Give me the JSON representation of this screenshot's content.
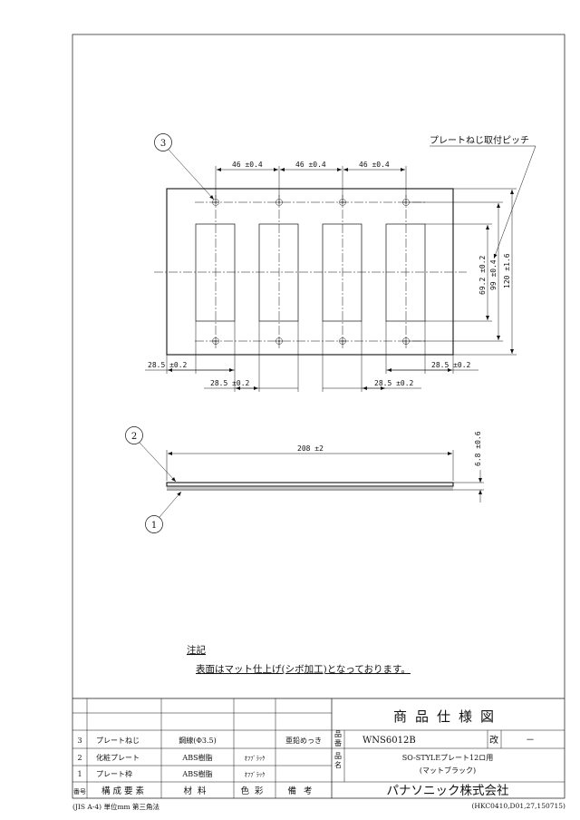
{
  "drawing": {
    "callouts": [
      "3",
      "2",
      "1"
    ],
    "screw_pitch_label": "プレートねじ取付ピッチ",
    "dims": {
      "pitch": "46 ±0.4",
      "edge_left": "28.5 ±0.2",
      "edge_right": "28.5 ±0.2",
      "opening": "28.5 ±0.2",
      "v_inner": "69.2 ±0.2",
      "v_mid": "99 ±0.4",
      "v_outer": "120 ±1.6",
      "length": "208 ±2",
      "thickness": "6.8 ±0.6"
    }
  },
  "notes": {
    "heading": "注記",
    "text": "表面はマット仕上げ(シボ加工)となっております。"
  },
  "title_block": {
    "title": "商品仕様図",
    "hinban_label": "品番",
    "hinban_value": "WNS6012B",
    "kai_label": "改",
    "kai_value": "－",
    "hinmei_label": "品名",
    "hinmei_line1": "SO-STYLEプレート12ロ用",
    "hinmei_line2": "(マットブラック)",
    "company": "パナソニック株式会社"
  },
  "parts_table": {
    "headers": [
      "番号",
      "構成要素",
      "材料",
      "色彩",
      "備考"
    ],
    "rows": [
      {
        "no": "3",
        "name": "プレートねじ",
        "material": "鋼線(Φ3.5)",
        "color": "",
        "note": "亜鉛めっき"
      },
      {
        "no": "2",
        "name": "化粧プレート",
        "material": "ABS樹脂",
        "color": "ｵﾌﾌﾞﾗｯｸ",
        "note": ""
      },
      {
        "no": "1",
        "name": "プレート枠",
        "material": "ABS樹脂",
        "color": "ｵﾌﾌﾞﾗｯｸ",
        "note": ""
      }
    ]
  },
  "footer": {
    "left": "(JIS A-4) 単位mm 第三角法",
    "right": "(HKC0410,D01,27,150715)"
  }
}
